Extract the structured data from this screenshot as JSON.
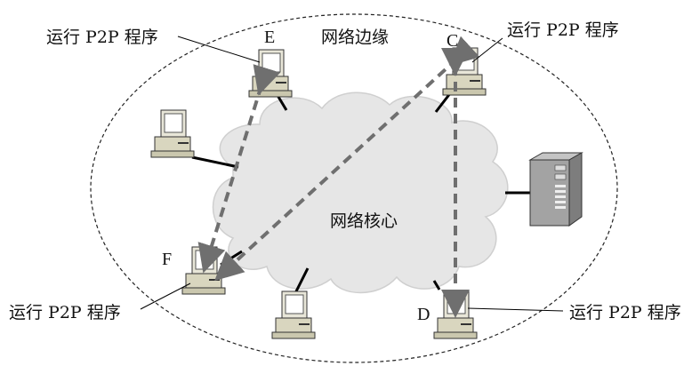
{
  "labels": {
    "edge_region": "网络边缘",
    "core_region": "网络核心",
    "p2p_label_e": "运行 P2P 程序",
    "p2p_label_c": "运行 P2P 程序",
    "p2p_label_f": "运行 P2P 程序",
    "p2p_label_d": "运行 P2P 程序"
  },
  "nodes": {
    "e": "E",
    "c": "C",
    "f": "F",
    "d": "D"
  },
  "colors": {
    "background": "#ffffff",
    "cloud_fill": "#e6e6e6",
    "cloud_stroke": "#cfcfcf",
    "arrow": "#6f6f6f",
    "link": "#000000",
    "boundary": "#222222",
    "pc_beige": "#d9d6bf",
    "server_gray": "#9a9a9a"
  }
}
